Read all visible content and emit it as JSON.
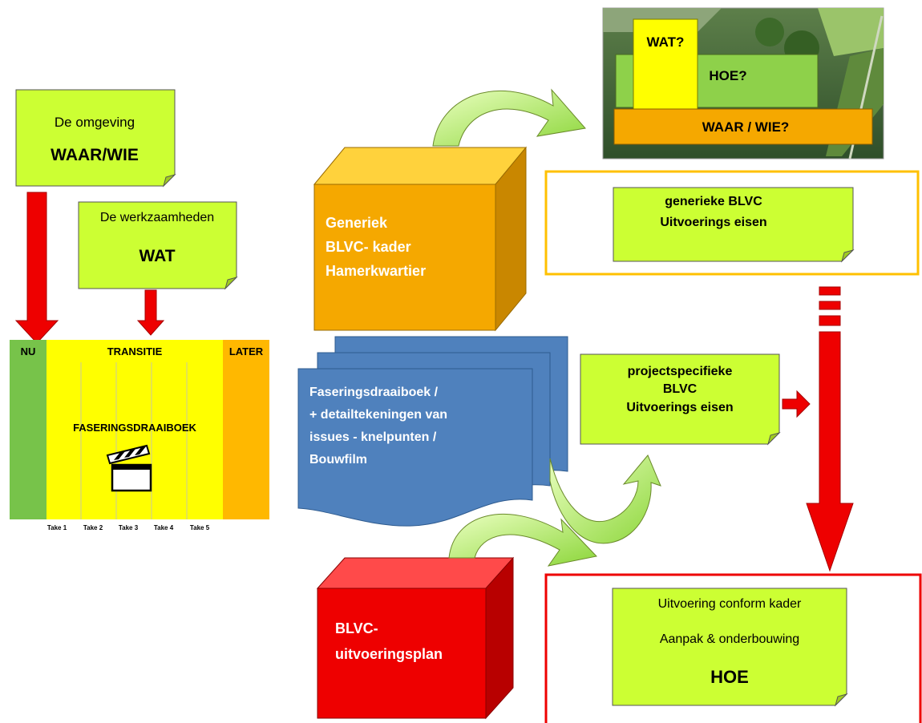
{
  "notes": {
    "omgeving": {
      "line1": "De omgeving",
      "line2": "WAAR/WIE"
    },
    "werkzaamheden": {
      "line1": "De werkzaamheden",
      "line2": "WAT"
    },
    "generieke_eisen": {
      "line1": "generieke BLVC",
      "line2": "Uitvoerings eisen"
    },
    "projectspecifieke_eisen": {
      "line1": "projectspecifieke",
      "line2": "BLVC",
      "line3": "Uitvoerings eisen"
    },
    "uitvoering": {
      "line1": "Uitvoering  conform kader",
      "line2": "Aanpak & onderbouwing",
      "line3": "HOE"
    }
  },
  "timeline": {
    "now": "NU",
    "transition": "TRANSITIE",
    "later": "LATER",
    "center_label": "FASERINGSDRAAIBOEK",
    "takes": [
      "Take 1",
      "Take 2",
      "Take 3",
      "Take 4",
      "Take 5"
    ]
  },
  "cubes": {
    "generic": {
      "line1": "Generiek",
      "line2": "BLVC- kader",
      "line3": "Hamerkwartier"
    },
    "plan": {
      "line1": "BLVC-",
      "line2": "uitvoeringsplan"
    }
  },
  "documents": {
    "line1": "Faseringsdraaiboek /",
    "line2": "+ detailtekeningen van",
    "line3": "issues - knelpunten /",
    "line4": "Bouwfilm"
  },
  "photo": {
    "wat": "WAT?",
    "hoe": "HOE?",
    "waar": "WAAR / WIE?"
  },
  "colors": {
    "note_green": "#ccff33",
    "arrow_red": "#ff0000",
    "cube_orange": "#f5a800",
    "cube_red": "#ee0000",
    "doc_blue": "#4f81bd",
    "timeline_yellow": "#ffff00",
    "timeline_green": "#77c34a",
    "timeline_orange": "#ffb800"
  }
}
